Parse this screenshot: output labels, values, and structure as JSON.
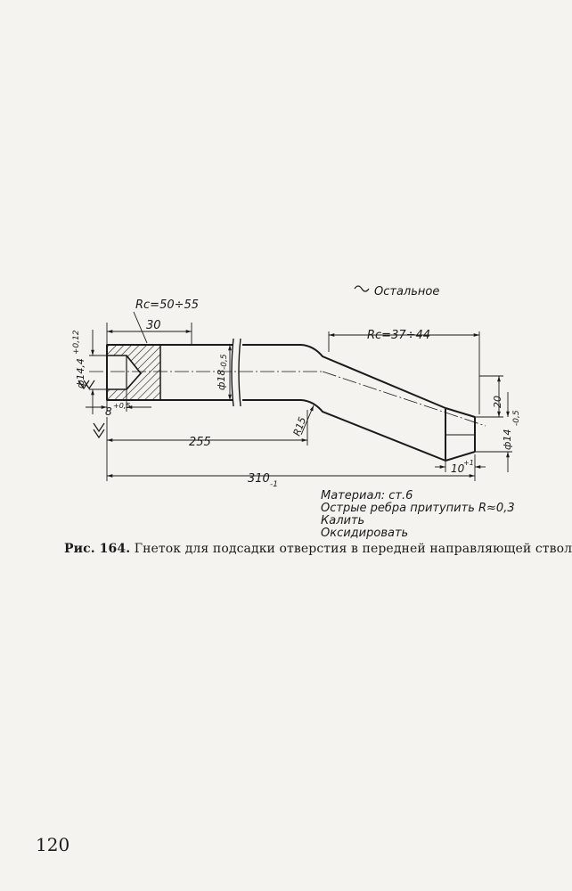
{
  "figure": {
    "surface_finish_general": "Остальное",
    "dims": {
      "rc_left": "Rc=50÷55",
      "len_30": "30",
      "rc_right": "Rc=37÷44",
      "dia_14_4": "ф14,4",
      "tol_012": "+0,12",
      "dia_18": "ф18",
      "tol_18": "-0,5",
      "r15": "R15",
      "len_20": "20",
      "dia_14_right": "ф14",
      "tol_14_right": "-0,5",
      "len_8": "8",
      "tol_8": "+0,5",
      "len_255": "255",
      "len_310": "310",
      "tol_310": "-1",
      "len_10": "10",
      "tol_10": "+1"
    },
    "notes": [
      "Материал: ст.6",
      "Острые ребра притупить R≈0,3",
      "Калить",
      "Оксидировать"
    ]
  },
  "caption": {
    "number": "Рис. 164.",
    "text": "Гнеток для подсадки отверстия в передней направляющей ствола"
  },
  "page_number": "120"
}
